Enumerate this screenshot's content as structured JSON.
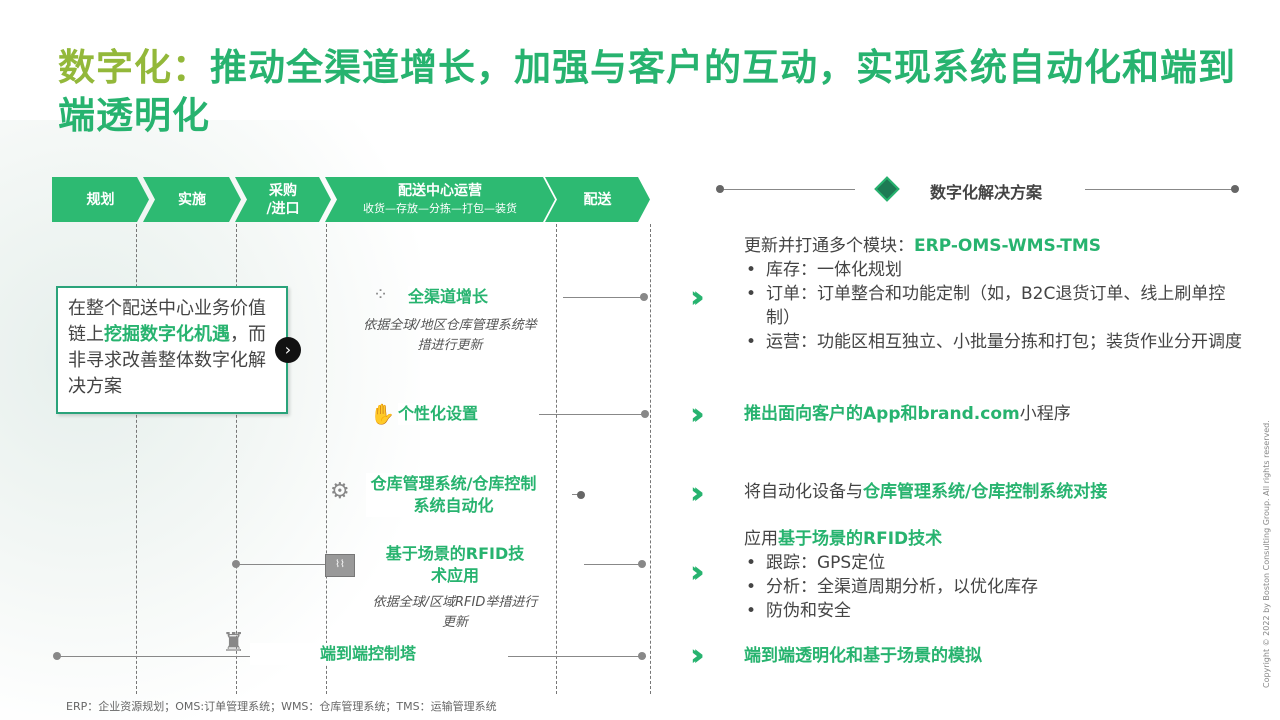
{
  "title": {
    "accent": "数字化：",
    "rest": "推动全渠道增长，加强与客户的互动，实现系统自动化和端到端透明化"
  },
  "stages": [
    {
      "label": "规划"
    },
    {
      "label": "实施"
    },
    {
      "label": "采购",
      "label2": "/进口"
    },
    {
      "label": "配送中心运营",
      "sub": "收货—存放—分拣—打包—装货"
    },
    {
      "label": "配送"
    }
  ],
  "insight": {
    "t1": "在整个配送中心业务价值链上",
    "hl": "挖掘数字化机遇",
    "t2": "，而非寻求改善整体数字化解决方案"
  },
  "initiatives": [
    {
      "label": "全渠道增长",
      "note": "依据全球/地区仓库管理系统举措进行更新",
      "icon": "omnichannel-icon"
    },
    {
      "label": "个性化设置",
      "icon": "hand-gem-icon"
    },
    {
      "label": "仓库管理系统/仓库控制系统自动化",
      "icon": "robot-arm-icon"
    },
    {
      "label": "基于场景的RFID技术应用",
      "note": "依据全球/区域RFID举措进行更新",
      "icon": "rfid-board-icon"
    },
    {
      "label": "端到端控制塔",
      "icon": "control-tower-icon"
    }
  ],
  "solutions_header": "数字化解决方案",
  "solutions": {
    "s1": {
      "intro": "更新并打通多个模块：",
      "hl": "ERP-OMS-WMS-TMS",
      "bullets": [
        "库存：一体化规划",
        "订单：订单整合和功能定制（如，B2C退货订单、线上刷单控制）",
        "运营：功能区相互独立、小批量分拣和打包；装货作业分开调度"
      ]
    },
    "s2": {
      "hl": "推出面向客户的App和brand.com",
      "rest": "小程序"
    },
    "s3": {
      "pre": "将自动化设备与",
      "hl": "仓库管理系统/仓库控制系统对接"
    },
    "s4": {
      "pre": "应用",
      "hl": "基于场景的RFID技术",
      "bullets": [
        "跟踪：GPS定位",
        "分析：全渠道周期分析，以优化库存",
        "防伪和安全"
      ]
    },
    "s5": {
      "hl": "端到端透明化和基于场景的模拟"
    }
  },
  "footnote": "ERP：企业资源规划；OMS:订单管理系统；WMS：仓库管理系统；TMS：运输管理系统",
  "copyright": "Copyright © 2022 by Boston Consulting Group. All rights reserved.",
  "colors": {
    "green": "#27b36f",
    "olive": "#93b83a",
    "chevron": "#2dba72"
  }
}
